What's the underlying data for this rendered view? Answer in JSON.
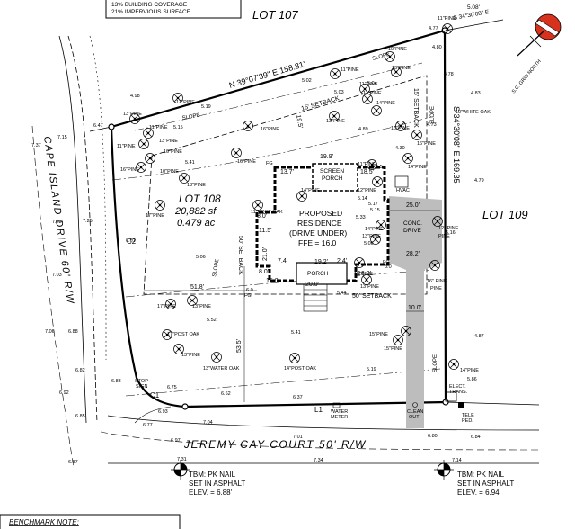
{
  "title_block": {
    "coverage_line1": "13% BUILDING COVERAGE",
    "coverage_line2": "21% IMPERVIOUS SURFACE"
  },
  "lots": {
    "lot107": "LOT 107",
    "lot109": "LOT 109",
    "lot108": "LOT 108",
    "area_sf": "20,882 sf",
    "area_ac": "0.479 ac"
  },
  "bearings": {
    "north_line": "N 39°07'39\" E 158.81'",
    "east_line": "S 34°30'08\" E 169.35'",
    "east_line_top": "S 34°30'08\" E",
    "east_line_dim": "5.08'"
  },
  "streets": {
    "cape_island": "CAPE ISLAND DRIVE   60' R/W",
    "jeremy_cay": "JEREMY CAY COURT   50' R/W"
  },
  "residence": {
    "line1": "PROPOSED",
    "line2": "RESIDENCE",
    "line3": "(DRIVE UNDER)",
    "line4": "FFE = 16.0",
    "screen1": "SCREEN",
    "screen2": "PORCH",
    "porch": "PORCH"
  },
  "drive": {
    "label1": "CONC.",
    "label2": "DRIVE",
    "width_top": "25.0'",
    "width_bottom": "28.2'",
    "stem_width": "10.0'"
  },
  "setbacks": {
    "front": "50' SETBACK",
    "side": "15' SETBACK",
    "rear": "15' SETBACK",
    "left": "50' SETBACK"
  },
  "dims": {
    "d199": "19.9'",
    "d137": "13.7'",
    "d185": "18.5'",
    "d115a": "11.5'",
    "d150": "15.0'",
    "d200": "20.0'",
    "d192": "19.2'",
    "d160": "16.0'",
    "d80a": "8.0'",
    "d80b": "8.0'",
    "d74": "7.4'",
    "d24": "2.4'",
    "d518": "51.8'",
    "d535": "53.5'",
    "d210": "21.0'",
    "d50": "50'",
    "d195": "19.5'"
  },
  "curves": {
    "c1": "C1",
    "c2": "C2",
    "l1": "L1"
  },
  "trees": {
    "pine": "PINE",
    "t13pine": "13\"PINE",
    "t11pine": "11\"PINE",
    "t10pine": "10\"PINE",
    "t12pine": "12\"PINE",
    "t14pine": "14\"PINE",
    "t15pine": "15\"PINE",
    "t16pine": "16\"PINE",
    "t17pine": "17\"PINE",
    "t17post": "17\"POST OAK",
    "t14post": "14\"POST OAK",
    "t11post": "11\"POST OAK",
    "t13water": "13\"WATER OAK",
    "t10white": "10\"WHITE OAK",
    "t16pine2": "16\" PINE",
    "t12pine2": "12\" PINE",
    "t14pine2": "14\" PINE"
  },
  "spots": {
    "s498": "4.98",
    "s519": "5.19",
    "s502": "5.02",
    "s504": "5.04",
    "s478": "4.78",
    "s483": "4.83",
    "s477": "4.77",
    "s503": "5.03",
    "s489": "4.89",
    "s473": "4.73",
    "s515": "5.15",
    "s541": "5.41",
    "s514": "5.14",
    "s533": "5.33",
    "s516": "5.16",
    "s506": "5.06",
    "s552": "5.52",
    "s487": "4.87",
    "s479": "4.79",
    "s715": "7.15",
    "s737": "7.37",
    "s725": "7.25",
    "s723": "7.23",
    "s703": "7.03",
    "s706": "7.06",
    "s688": "6.88",
    "s682": "6.82",
    "s692": "6.92",
    "s685": "6.85",
    "s675": "6.75",
    "s662": "6.62",
    "s637": "6.37",
    "s693": "6.93",
    "s704": "7.04",
    "s697": "6.97",
    "s701": "7.01",
    "s680": "6.80",
    "s684": "6.84",
    "s731": "7.31",
    "s734": "7.34",
    "s714": "7.14",
    "s687": "6.87",
    "s683": "6.83",
    "s677": "6.77",
    "s586": "5.86",
    "s647": "6.47",
    "s661": "6.61",
    "s430": "4.30",
    "s544": "5.44",
    "s515b": "5.15",
    "s517": "5.17",
    "s480": "4.80",
    "s60": "6.0",
    "s50": "5.0",
    "s55": "5.5"
  },
  "utilities": {
    "water_meter1": "WATER",
    "water_meter2": "METER",
    "cleanout1": "CLEAN",
    "cleanout2": "OUT",
    "elect1": "ELECT.",
    "elect2": "TRANS.",
    "tele1": "TELE",
    "tele2": "PED.",
    "hvac": "HVAC",
    "fg": "FG",
    "stop1": "STOP",
    "stop2": "SIGN",
    "slope": "SLOPE"
  },
  "tbm_left": {
    "line1": "TBM: PK NAIL",
    "line2": "SET IN ASPHALT",
    "line3": "ELEV. = 6.88'"
  },
  "tbm_right": {
    "line1": "TBM: PK NAIL",
    "line2": "SET IN ASPHALT",
    "line3": "ELEV. = 6.94'"
  },
  "north_arrow": {
    "label": "S.C. GRID NORTH"
  },
  "benchmark": {
    "label": "BENCHMARK NOTE:"
  },
  "colors": {
    "ink": "#000000",
    "north_red": "#d8321e",
    "drive_shade": "#bdbdbd"
  }
}
